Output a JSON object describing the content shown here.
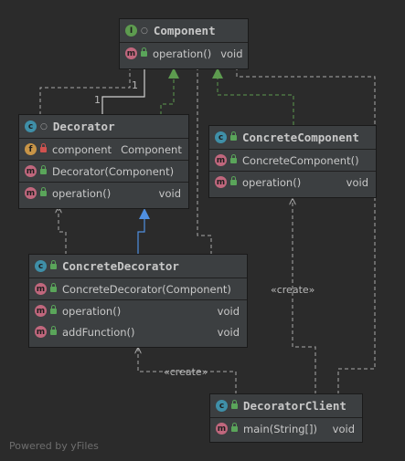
{
  "diagram": {
    "colors": {
      "background": "#2b2b2b",
      "node_fill": "#3c3f41",
      "edge_gray": "#a9a9a9",
      "inherit_green": "#5d9b4f",
      "inherit_blue": "#4f8fe0"
    },
    "nodes": {
      "component": {
        "kind": "interface",
        "icon": "interface-icon",
        "title": "Component",
        "methods": [
          {
            "name": "operation()",
            "type": "void"
          }
        ]
      },
      "decorator": {
        "kind": "class",
        "icon": "class-icon",
        "title": "Decorator",
        "fields": [
          {
            "name": "component",
            "type": "Component"
          }
        ],
        "constructors": [
          {
            "name": "Decorator(Component)"
          }
        ],
        "methods": [
          {
            "name": "operation()",
            "type": "void"
          }
        ]
      },
      "concrete_component": {
        "kind": "class",
        "icon": "class-icon",
        "title": "ConcreteComponent",
        "constructors": [
          {
            "name": "ConcreteComponent()"
          }
        ],
        "methods": [
          {
            "name": "operation()",
            "type": "void"
          }
        ]
      },
      "concrete_decorator": {
        "kind": "class",
        "icon": "class-icon",
        "title": "ConcreteDecorator",
        "constructors": [
          {
            "name": "ConcreteDecorator(Component)"
          }
        ],
        "methods": [
          {
            "name": "operation()",
            "type": "void"
          },
          {
            "name": "addFunction()",
            "type": "void"
          }
        ]
      },
      "decorator_client": {
        "kind": "class",
        "icon": "class-icon",
        "title": "DecoratorClient",
        "methods": [
          {
            "name": "main(String[])",
            "type": "void"
          }
        ]
      }
    },
    "edges": {
      "multiplicity_one_a": "1",
      "multiplicity_one_b": "1",
      "create_label_right": "«create»",
      "create_label_bottom": "«create»"
    },
    "footer": "Powered by yFiles"
  }
}
